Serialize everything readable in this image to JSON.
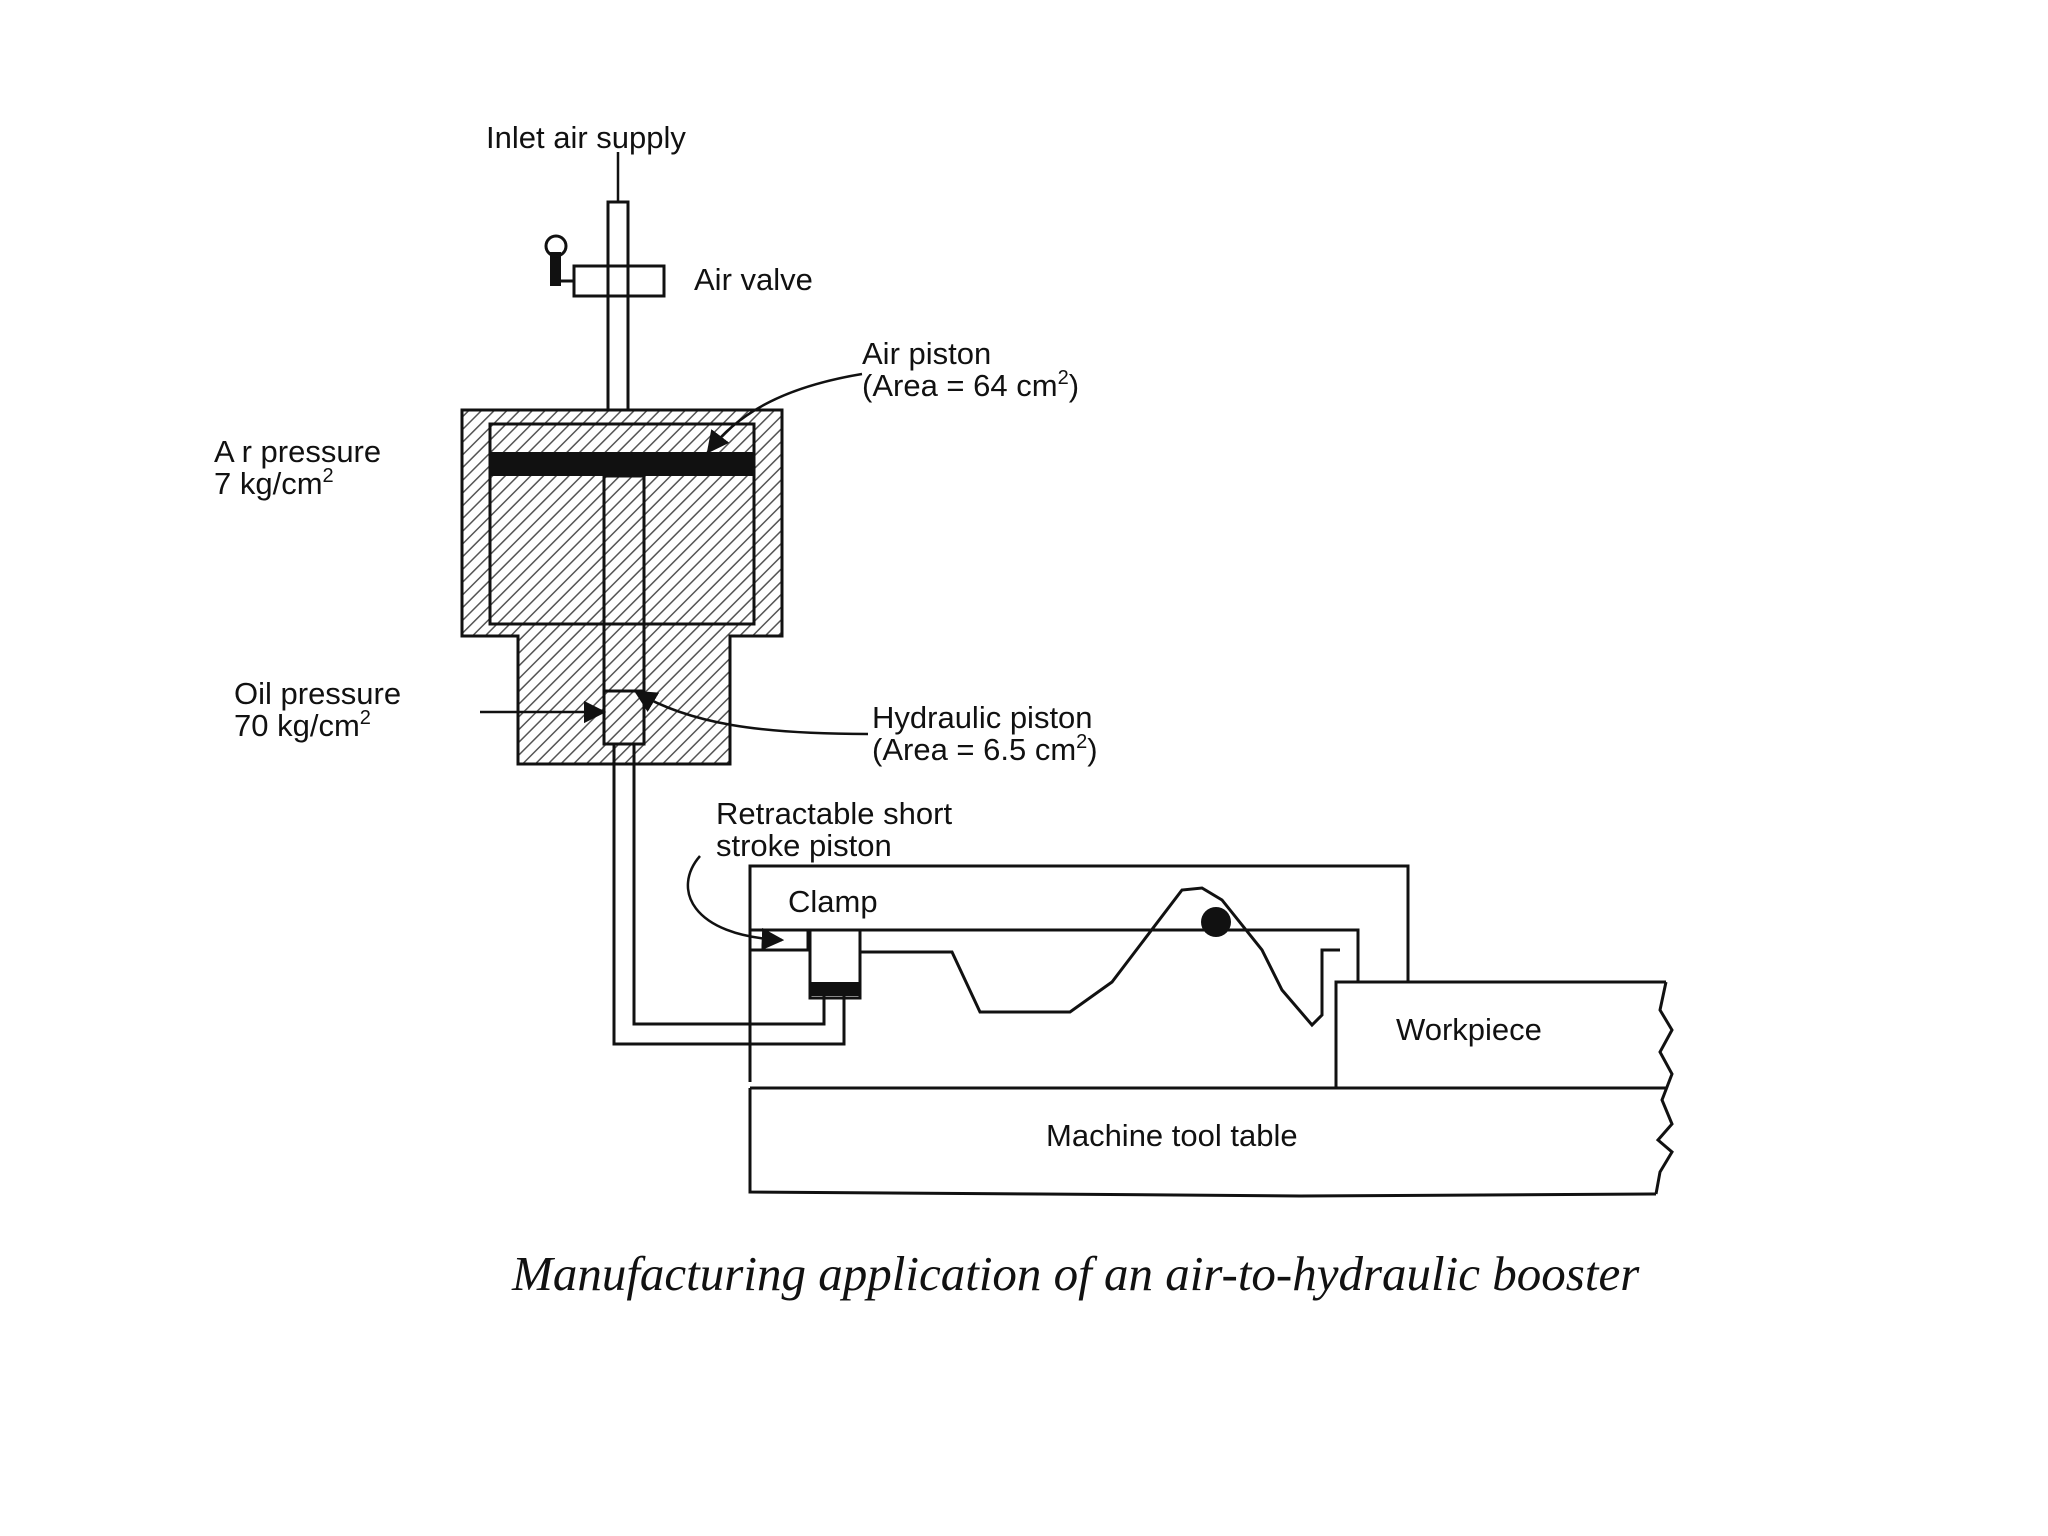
{
  "labels": {
    "inlet_air_supply": "Inlet air supply",
    "air_valve": "Air valve",
    "air_piston_line1": "Air piston",
    "air_piston_line2_prefix": "(Area = 64 cm",
    "air_pressure_line1": "A r pressure",
    "air_pressure_line2_prefix": "7 kg/cm",
    "oil_pressure_line1": "Oil pressure",
    "oil_pressure_line2_prefix": "70 kg/cm",
    "hydraulic_piston_line1": "Hydraulic piston",
    "hydraulic_piston_line2_prefix": "(Area = 6.5 cm",
    "retractable_line1": "Retractable short",
    "retractable_line2": "stroke piston",
    "clamp": "Clamp",
    "workpiece": "Workpiece",
    "machine_tool_table": "Machine tool table",
    "exp_squared": "2",
    "close_paren": ")"
  },
  "caption": "Manufacturing application of an air-to-hydraulic booster",
  "colors": {
    "ink": "#111111",
    "background": "#ffffff",
    "hatch": "#555555"
  }
}
